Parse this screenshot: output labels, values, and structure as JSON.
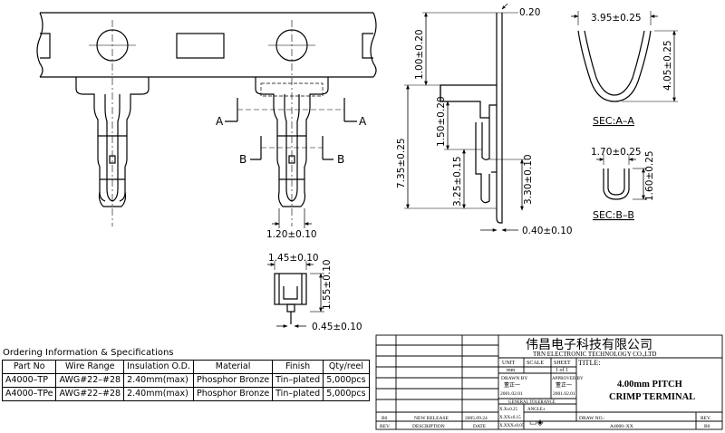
{
  "dims": {
    "sec_a_width": "3.95±0.25",
    "sec_a_height": "4.05±0.25",
    "sec_a_label": "SEC:A–A",
    "sec_b_width": "1.70±0.25",
    "sec_b_height": "1.60±0.25",
    "sec_b_label": "SEC:B–B",
    "side_thickness_top": "0.20",
    "side_total_height": "7.35±0.25",
    "side_top": "1.00±0.20",
    "side_mid": "1.50±0.20",
    "side_lower": "3.25±0.15",
    "side_right": "3.30±0.10",
    "side_bottom": "0.40±0.10",
    "front_width": "1.20±0.10",
    "small_width": "1.45±0.10",
    "small_height": "1.55±0.10",
    "small_bottom": "0.45±0.10",
    "label_a": "A",
    "label_b": "B"
  },
  "spec": {
    "title": "Ordering Information & Specifications",
    "headers": [
      "Part No",
      "Wire Range",
      "Insulation O.D.",
      "Material",
      "Finish",
      "Qty/reel"
    ],
    "rows": [
      [
        "A4000–TP",
        "AWG#22–#28",
        "2.40mm(max)",
        "Phosphor Bronze",
        "Tin–plated",
        "5,000pcs"
      ],
      [
        "A4000–TPe",
        "AWG#22–#28",
        "2.40mm(max)",
        "Phosphor Bronze",
        "Tin–plated",
        "5,000pcs"
      ]
    ]
  },
  "titleblock": {
    "company_cn": "伟昌电子科技有限公司",
    "company_en": "TRN ELECTRONIC TECHNOLOGY CO.,LTD",
    "title_label": "TITLE:",
    "title_line1": "4.00mm PITCH",
    "title_line2": "CRIMP TERMINAL",
    "unit_label": "UNIT",
    "unit_value": "mm",
    "scale_label": "SCALE",
    "sheet_label": "SHEET",
    "sheet_value": "1 of 1",
    "drawn_by_label": "DRAWN BY",
    "drawn_by_name": "董正一",
    "drawn_date": "2001.02.01",
    "approved_by_label": "APPROVED BY",
    "approved_by_name": "董正一",
    "approved_date": "2001.02.01",
    "tolerance_label": "GENERAL TOLERANCE",
    "tol_1": "X.X±0.25",
    "tol_2": "X.XX±0.15",
    "tol_3": "X.XXX±0.05",
    "angle_label": "ANGLE±",
    "rev_code": "B0",
    "rev_desc": "NEW RELEASE",
    "rev_date": "2005.09.24",
    "rev_col": "REV.",
    "desc_col": "DESCRIPTION",
    "date_col": "DATE",
    "draw_no_label": "DRAW NO.:",
    "draw_no": "A4000–XX",
    "rev_label": "REV.",
    "rev_value": "B0"
  }
}
